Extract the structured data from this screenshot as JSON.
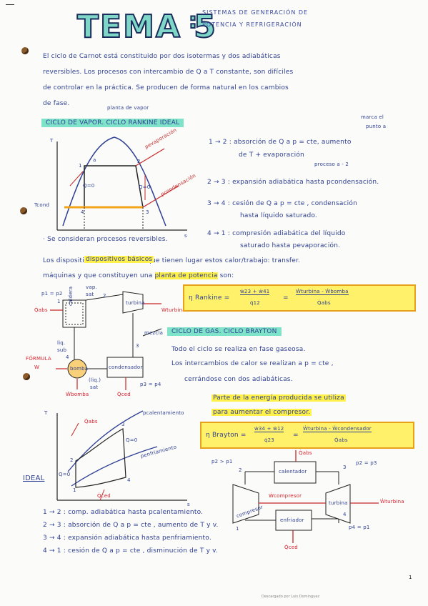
{
  "header": {
    "title": "TEMA 5",
    "colon": ":",
    "subtitle_line1": "SISTEMAS DE GENERACIÓN DE",
    "subtitle_line2": "POTENCIA Y REFRIGERACIÓN"
  },
  "intro": {
    "line1": "El ciclo de Carnot está constituido por dos isotermas y dos adiabáticas",
    "line2": "reversibles. Los procesos con intercambio de Q a T constante, son difíciles",
    "line3": "de controlar en la práctica. Se producen de forma natural en los cambios",
    "line4": "de fase."
  },
  "rankine": {
    "arrow_note": "planta de vapor",
    "heading": "CICLO DE VAPOR. CICLO RANKINE IDEAL",
    "note_top": "marca el",
    "note_top2": "punto a",
    "step1_a": "1 → 2 : absorción de Q a p = cte, aumento",
    "step1_b": "de T + evaporación",
    "step1_c": "proceso a - 2",
    "step2": "2 → 3 : expansión adiabática hasta pcondensación.",
    "step3_a": "3 → 4 : cesión de Q a p = cte , condensación",
    "step3_b": "hasta líquido saturado.",
    "step4_a": "4 → 1 : compresión adiabática del líquido",
    "step4_b": "saturado hasta pevaporación.",
    "diagram": {
      "T": "T",
      "s": "s",
      "Tcond": "Tcond",
      "a": "a",
      "p_evap": "pevaporación",
      "p_cond": "pcondensación",
      "q0_1": "Q=0",
      "q0_2": "Q=0",
      "n1": "1",
      "n2": "2",
      "n3": "3",
      "n4": "4"
    }
  },
  "notes": {
    "reversible": "· Se consideran procesos reversibles.",
    "devices_a": "Los dispositivos básicos en los que tienen lugar estos calor/trabajo: transfer.",
    "devices_hl": "dispositivos básicos",
    "devices_b": "máquinas y que constituyen una",
    "devices_hl2": "planta de potencia",
    "devices_c": "son:"
  },
  "plant": {
    "p1p2": "p1 = p2",
    "vap": "vap.",
    "sat": "sat",
    "qabs": "Q̇abs",
    "caldera": "caldera",
    "turbina": "turbina",
    "wturbina": "Ẇturbina",
    "mezcla": "mezcla",
    "liq": "liq.",
    "sub": "sub",
    "formula": "FÓRMULA",
    "w": "W",
    "bomba": "bomba",
    "wbomba": "Ẇbomba",
    "condensador": "condensador",
    "liq2": "(liq.)",
    "sat2": "sat",
    "p3p4": "p3 = p4",
    "qced": "Q̇ced",
    "n1": "1",
    "n2": "2",
    "n3": "3",
    "n4": "4"
  },
  "eff_rankine": {
    "eta": "η Rankine =",
    "num1": "ẇ23 + ẇ41",
    "den1": "q̇12",
    "num2": "Ẇturbina - Ẇbomba",
    "den2": "Q̇abs"
  },
  "brayton": {
    "heading": "CICLO DE GAS. CICLO BRAYTON",
    "l1": "Todo el ciclo se realiza en fase gaseosa.",
    "l2": "Los intercambios de calor se realizan a p = cte ,",
    "l3": "cerrándose con dos adiabáticas.",
    "hl1": "Parte de la energía producida se utiliza",
    "hl2": "para aumentar el compresor.",
    "eta": "η Brayton =",
    "num1": "ẇ34 + ẇ12",
    "den1": "q̇23",
    "num2": "Ẇturbina - Ẇcondensador",
    "den2": "Q̇abs",
    "diagram": {
      "T": "T",
      "s": "s",
      "p_cal": "pcalentamiento",
      "p_enf": "penfriamiento",
      "qabs": "Q̇abs",
      "qced": "Q̇ced",
      "q0_1": "Q=0",
      "q0_2": "Q=0",
      "n1": "1",
      "n2": "2",
      "n3": "3",
      "n4": "4",
      "ideal": "IDEAL"
    },
    "steps": {
      "s1": "1 → 2 : comp. adiabática hasta pcalentamiento.",
      "s2": "2 → 3 : absorción de Q a p = cte , aumento de T y v.",
      "s3": "3 → 4 : expansión adiabática hasta penfriamiento.",
      "s4": "4 → 1 : cesión de Q a p = cte , disminución de T y v."
    },
    "plant": {
      "p2p1": "p2 > p1",
      "qabs": "Q̇abs",
      "p2p3": "p2 = p3",
      "calentador": "calentador",
      "compresor": "compresor",
      "wcompresor": "Ẇcompresor",
      "turbina": "turbina",
      "wturbina": "Ẇturbina",
      "enfriador": "enfriador",
      "p4p1": "p4 = p1",
      "qced": "Q̇ced",
      "n1": "1",
      "n2": "2",
      "n3": "3",
      "n4": "4"
    }
  },
  "footer": {
    "text": "Descargado por Luis Dominguez",
    "page": "1"
  }
}
